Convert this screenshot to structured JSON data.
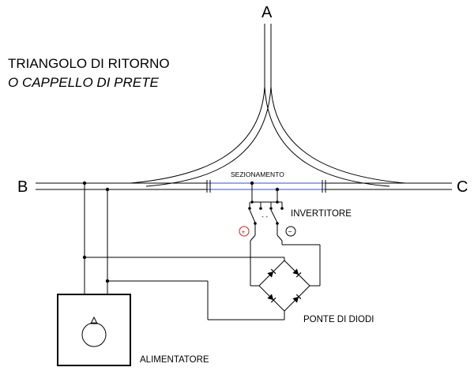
{
  "nodes": {
    "a": "A",
    "b": "B",
    "c": "C"
  },
  "title": {
    "line1": "TRIANGOLO DI RITORNO",
    "line2": "O CAPPELLO DI PRETE"
  },
  "labels": {
    "sezionamento": "SEZIONAMENTO",
    "invertitore": "INVERTITORE",
    "ponte": "PONTE DI DIODI",
    "alimentatore": "ALIMENTATORE",
    "plus": "+",
    "minus": "−",
    "switch_mark": "- -"
  },
  "colors": {
    "line": "#000000",
    "isolation": "#3a50c8",
    "plus_circle": "#d02020"
  },
  "icons": {
    "plus": "plus-circle-icon",
    "minus": "minus-circle-icon",
    "diode": "diode-icon",
    "power": "power-knob-icon"
  }
}
